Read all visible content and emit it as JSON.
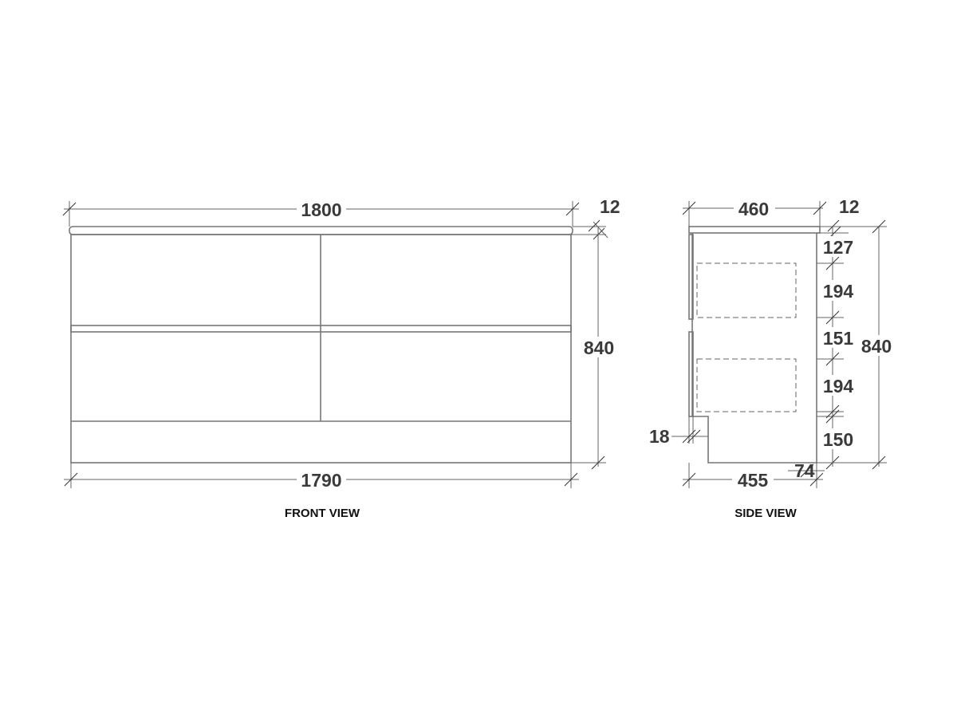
{
  "front_view": {
    "caption": "FRONT VIEW",
    "dim_top_width": "1800",
    "dim_top_thickness": "12",
    "dim_height": "840",
    "dim_bottom_width": "1790"
  },
  "side_view": {
    "caption": "SIDE VIEW",
    "dim_top_depth": "460",
    "dim_top_thickness": "12",
    "dim_drawer_gap_top": "127",
    "dim_drawer_1": "194",
    "dim_drawer_gap_mid": "151",
    "dim_drawer_2": "194",
    "dim_plinth": "150",
    "dim_height": "840",
    "dim_front_panel": "18",
    "dim_bottom_depth": "455",
    "dim_plinth_setback": "74"
  }
}
